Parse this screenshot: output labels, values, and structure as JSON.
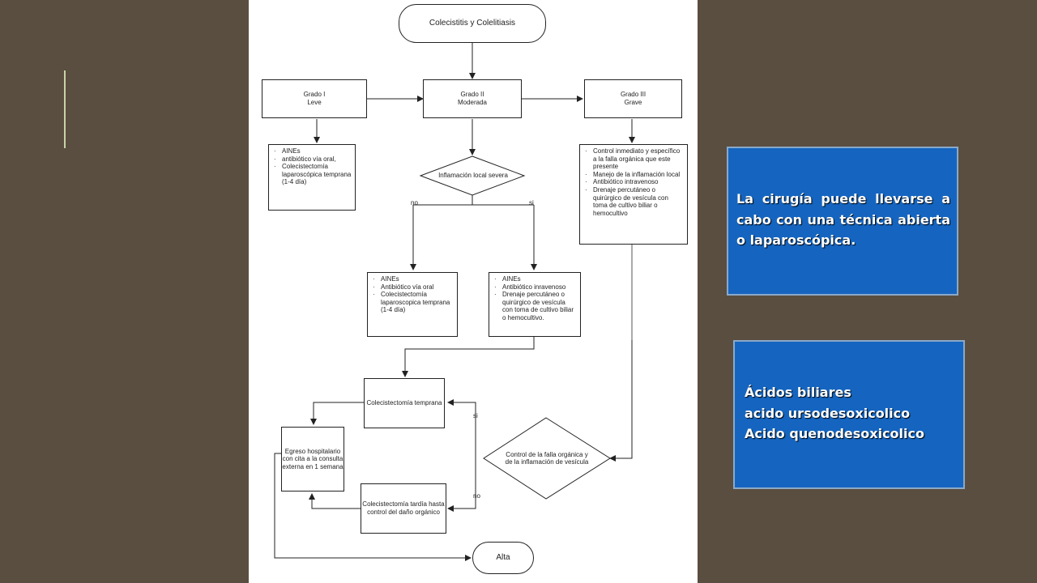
{
  "flowchart": {
    "start": "Colecistitis y Colelitiasis",
    "grade1": {
      "title": "Grado I",
      "sub": "Leve"
    },
    "grade2": {
      "title": "Grado II",
      "sub": "Moderada"
    },
    "grade3": {
      "title": "Grado III",
      "sub": "Grave"
    },
    "grade1_list": [
      "AINEs",
      "antibiótico vía oral,",
      "Colecistectomía laparoscópica temprana  (1-4 día)"
    ],
    "grade3_list": [
      "Control inmediato y específico a la falla orgánica que este presente",
      "Manejo de la inflamación local",
      "Antibiótico intravenoso",
      "Drenaje percutáneo o quirúrgico de vesícula  con toma de cultivo biliar o hemocultivo"
    ],
    "decision1": "Inflamación local severa",
    "label_no": "no",
    "label_si": "si",
    "no_list": [
      "AINEs",
      "Antibiótico vía oral",
      "Colecistectomía laparoscopica temprana (1-4 día)"
    ],
    "si_list": [
      "AINEs",
      "Antibiótico inravenoso",
      "Drenaje percutáneo o quirúrgico de vesícula con toma de cultivo biliar o hemocultivo."
    ],
    "early_surgery": "Colecistectomía temprana",
    "discharge": "Egreso hospitalario con cita a la consulta externa en 1 semana",
    "late_surgery": "Colecistectomía tardía hasta control del daño orgánico",
    "decision2": "Control de la falla orgánica y de la inflamación de vesícula",
    "label_si2": "si",
    "label_no2": "no",
    "end": "Alta"
  },
  "notes": {
    "note1": "La cirugía puede llevarse a cabo con una técnica abierta o laparoscópica.",
    "note2": [
      "Ácidos biliares",
      "acido ursodesoxicolico",
      "Acido quenodesoxicolico"
    ]
  }
}
